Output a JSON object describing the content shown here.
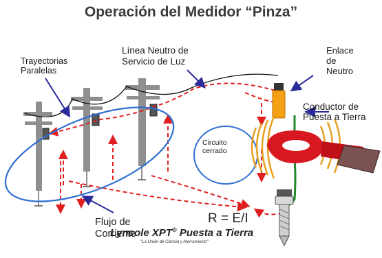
{
  "title": "Operación del Medidor “Pinza”",
  "labels": {
    "trayectorias_1": "Trayectorias",
    "trayectorias_2": "Paralelas",
    "neutro_1": "Línea Neutro de",
    "neutro_2": "Servicio de Luz",
    "enlace_1": "Enlace",
    "enlace_2": "de",
    "enlace_3": "Neutro",
    "conductor_1": "Conductor de",
    "conductor_2": "Puesta a Tierra",
    "circuito_1": "Circuito",
    "circuito_2": "cerrado",
    "flujo_1": "Flujo de",
    "flujo_2": "Corriente",
    "equation": "R = E/I"
  },
  "brand": {
    "name": "Lyncole XPT",
    "reg": "®",
    "suffix": " Puesta a Tierra",
    "tagline": "\"La Unión de Ciencia y Aterramiento\""
  },
  "colors": {
    "arrow_red": "#e02020",
    "ellipse_blue": "#2f6fd0",
    "pointer_blue": "#2a2a9a",
    "ground_green": "#1f8a2a",
    "clamp_red": "#d81820",
    "wave_orange": "#e8a020",
    "link_orange": "#f3a012",
    "pole_gray": "#9a9a9a"
  }
}
